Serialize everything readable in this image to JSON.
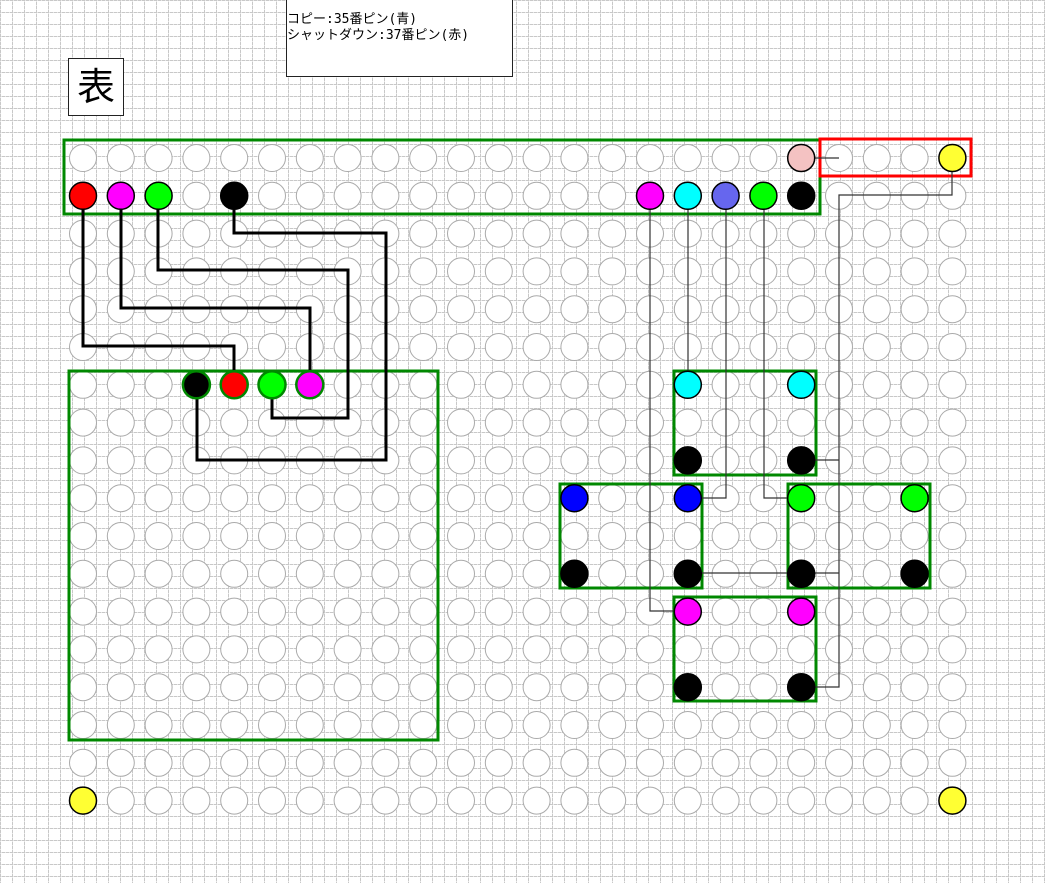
{
  "note": {
    "line1": "コピー:35番ピン(青)",
    "line2": "シャットダウン:37番ピン(赤)"
  },
  "side_label": "表",
  "colors": {
    "black": "#000000",
    "red": "#ff0000",
    "magenta": "#ff00ff",
    "green": "#00ff00",
    "cyan": "#00ffff",
    "blue": "#0000ff",
    "slate_blue": "#6666ee",
    "pink": "#f4c2c2",
    "yellow": "#ffff33",
    "outline_green": "#008800",
    "outline_red": "#ff0000"
  }
}
